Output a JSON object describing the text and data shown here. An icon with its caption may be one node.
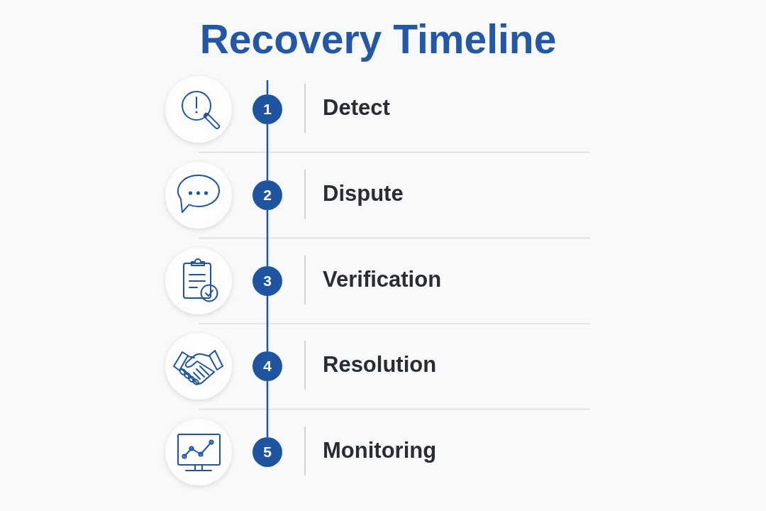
{
  "diagram": {
    "title": "Recovery Timeline",
    "nodes": [
      {
        "text": [
          "1"
        ],
        "beside": [
          "Detect"
        ]
      },
      {
        "text": [
          "2"
        ],
        "beside": [
          "Dispute"
        ]
      },
      {
        "text": [
          "3"
        ],
        "beside": [
          "Verification"
        ]
      },
      {
        "text": [
          "4"
        ],
        "beside": [
          "Resolution"
        ]
      },
      {
        "text": [
          "5"
        ],
        "beside": [
          "Monitoring"
        ]
      }
    ],
    "edges": [
      {
        "from": null,
        "to": 0,
        "arrow": "none"
      },
      {
        "from": 0,
        "to": 1,
        "arrow": "none"
      },
      {
        "from": 1,
        "to": 2,
        "arrow": "none"
      },
      {
        "from": 2,
        "to": 3,
        "arrow": "none"
      },
      {
        "from": 3,
        "to": 4,
        "arrow": "none"
      }
    ]
  }
}
